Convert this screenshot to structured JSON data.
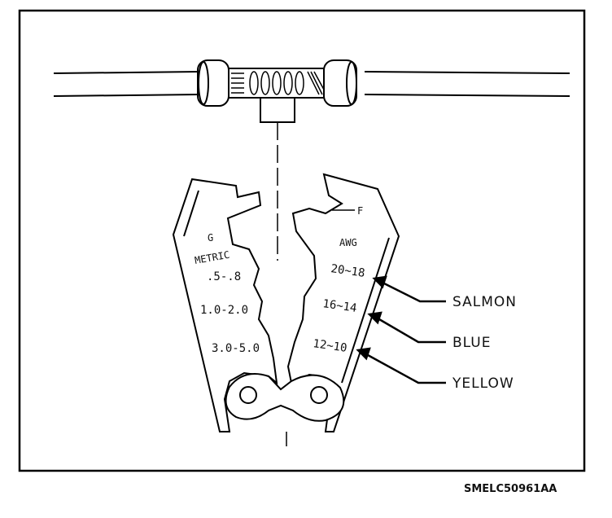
{
  "figure": {
    "jaw_labels": {
      "g": "G",
      "f": "F"
    },
    "metric": {
      "heading": "METRIC",
      "sizes": [
        ".5-.8",
        "1.0-2.0",
        "3.0-5.0"
      ]
    },
    "awg": {
      "heading": "AWG",
      "sizes": [
        "20~18",
        "16~14",
        "12~10"
      ]
    },
    "callouts": [
      "SALMON",
      "BLUE",
      "YELLOW"
    ],
    "reference_code": "SMELC50961AA"
  }
}
